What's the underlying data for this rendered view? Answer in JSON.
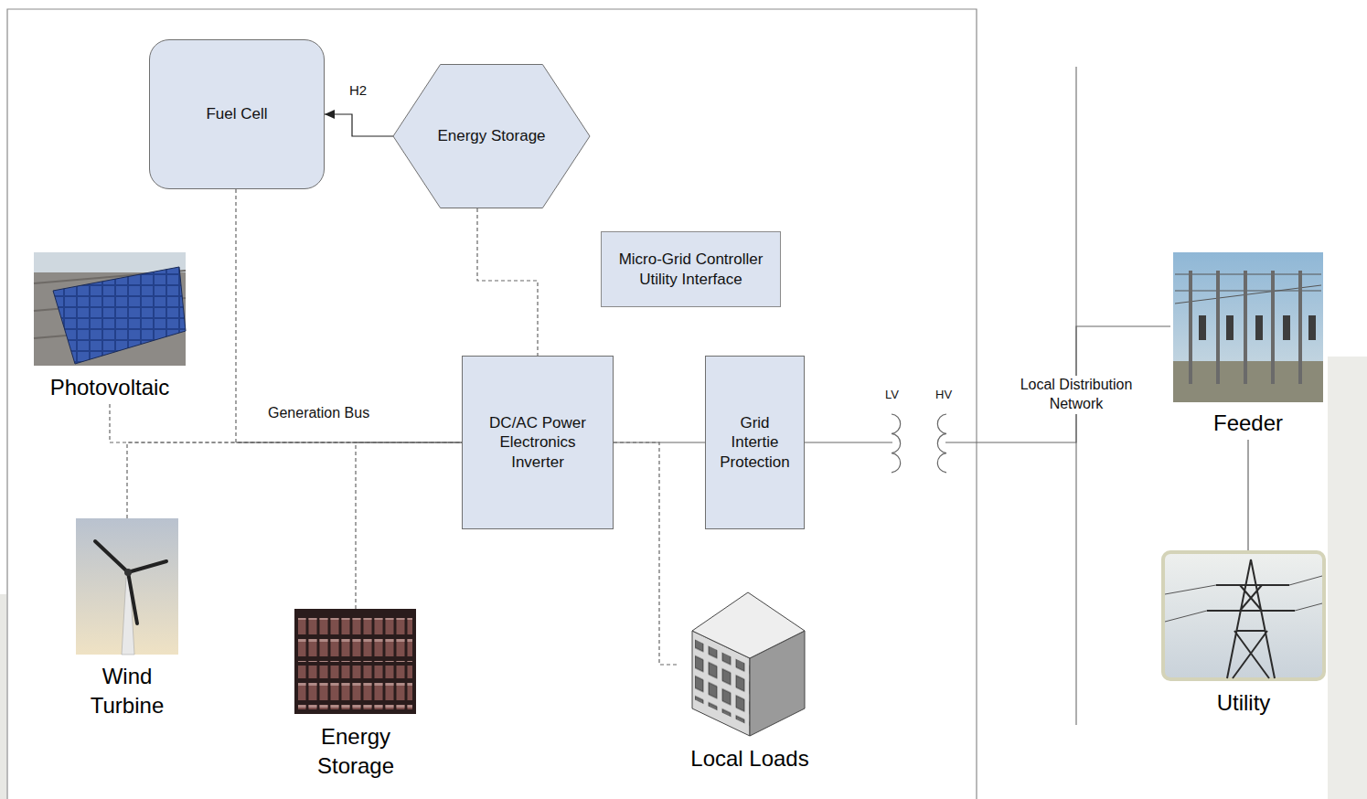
{
  "diagram": {
    "nodes": [
      {
        "text": [
          "Fuel Cell"
        ]
      },
      {
        "text": [
          "Energy Storage"
        ]
      },
      {
        "text": [
          "Micro-Grid Controller Utility Interface"
        ]
      },
      {
        "text": [
          "Photovoltaic"
        ]
      },
      {
        "text": [
          "DC/AC Power Electronics Inverter"
        ]
      },
      {
        "text": [
          "Grid Intertie Protection"
        ]
      },
      {
        "text": [
          "Feeder"
        ]
      },
      {
        "text": [
          "Wind Turbine"
        ]
      },
      {
        "text": [
          "Energy Storage"
        ]
      },
      {
        "text": [
          "Local Loads"
        ]
      },
      {
        "text": [
          "Utility"
        ]
      }
    ],
    "edges": [
      {
        "from": 1,
        "to": 0,
        "arrow": "to",
        "label": "H2"
      },
      {
        "from": 3,
        "to": 4,
        "arrow": "none"
      },
      {
        "from": 0,
        "to": 4,
        "arrow": "none"
      },
      {
        "from": 7,
        "to": 4,
        "arrow": "none"
      },
      {
        "from": 8,
        "to": 4,
        "arrow": "none"
      },
      {
        "from": 1,
        "to": 4,
        "arrow": "none"
      },
      {
        "from": 4,
        "to": 5,
        "arrow": "none"
      },
      {
        "from": 4,
        "to": 9,
        "arrow": "none"
      },
      {
        "from": 5,
        "to": 6,
        "arrow": "none"
      },
      {
        "from": 6,
        "to": 10,
        "arrow": "none"
      }
    ],
    "labels": [
      "Generation Bus",
      "LV",
      "HV",
      "Local Distribution Network"
    ]
  }
}
